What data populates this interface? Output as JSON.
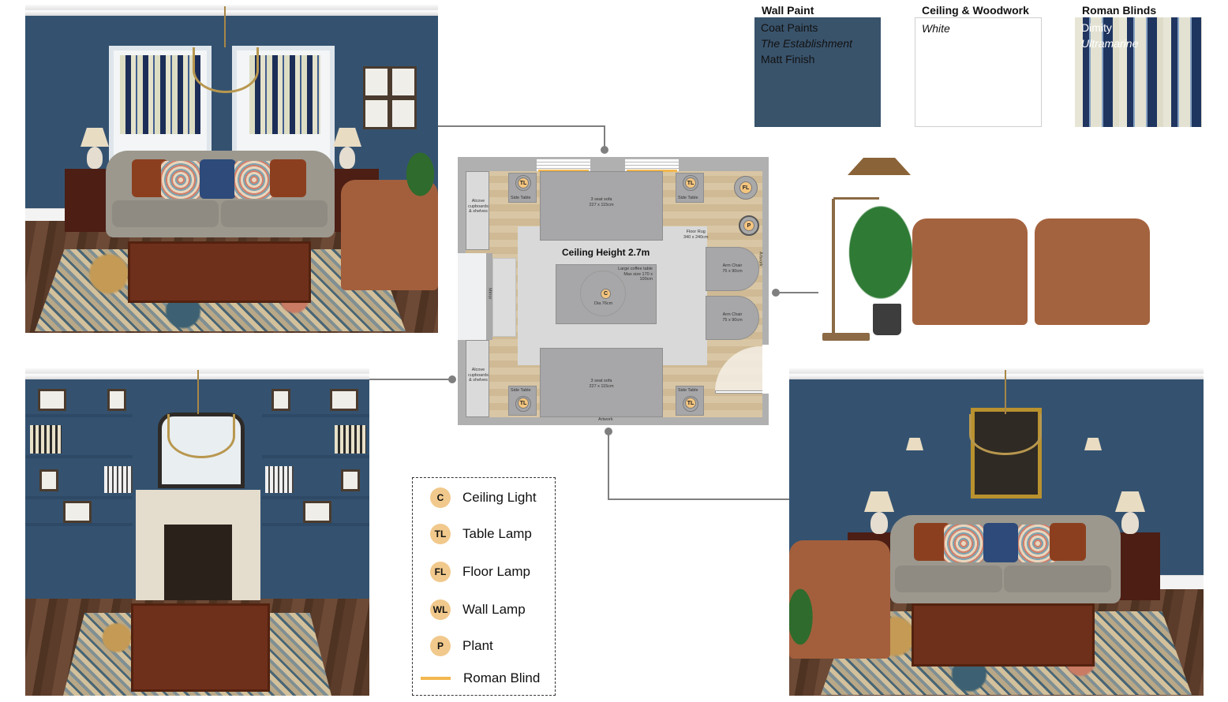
{
  "swatches": [
    {
      "title": "Wall Paint",
      "lines": [
        "Coat Paints",
        "The Establishment",
        "Matt Finish"
      ],
      "color": "#39536b"
    },
    {
      "title": "Ceiling & Woodwork",
      "lines": [
        "White"
      ],
      "color": "#ffffff"
    },
    {
      "title": "Roman Blinds",
      "lines": [
        "Dimity",
        "Ultramarine"
      ],
      "color": "#1e3560"
    }
  ],
  "floor_plan": {
    "title": "Ceiling Height 2.7m",
    "labels": {
      "alcove": "Alcove cupboards & shelves",
      "side_table": "Side Table",
      "sofa": "3 seat sofa",
      "sofa_size": "227 x 115cm",
      "rug": "Floor Rug",
      "rug_size": "340 x 240cm",
      "coffee_table": "Large coffee table",
      "coffee_table_size": "Max size 170 x 100cm",
      "ceiling_dia": "Dia 76cm",
      "arm_chair": "Arm Chair",
      "arm_chair_size": "75 x 90cm",
      "mirror": "Mirror",
      "artwork": "Artwork"
    },
    "badges": {
      "ceiling": "C",
      "table_lamp": "TL",
      "floor_lamp": "FL",
      "plant": "P"
    }
  },
  "legend": [
    {
      "code": "C",
      "label": "Ceiling Light"
    },
    {
      "code": "TL",
      "label": "Table Lamp"
    },
    {
      "code": "FL",
      "label": "Floor Lamp"
    },
    {
      "code": "WL",
      "label": "Wall Lamp"
    },
    {
      "code": "P",
      "label": "Plant"
    },
    {
      "code": "",
      "label": "Roman Blind"
    }
  ],
  "colors": {
    "wall": "#345270",
    "blind_line": "#f3b84f",
    "badge": "#f1c98c",
    "connector": "#7f7f7f"
  }
}
